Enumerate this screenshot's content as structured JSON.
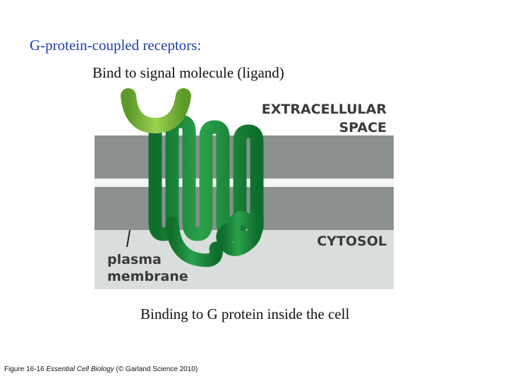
{
  "slide": {
    "title": "G-protein-coupled receptors:",
    "bullet_ligand": "Bind to signal molecule (ligand)",
    "bullet_gprotein": "Binding to G protein inside the cell"
  },
  "figure": {
    "label_extracellular_line1": "EXTRACELLULAR",
    "label_extracellular_line2": "SPACE",
    "label_cytosol": "CYTOSOL",
    "label_membrane_line1": "plasma",
    "label_membrane_line2": "membrane",
    "colors": {
      "membrane_band": "#8a9090",
      "cytosol": "#d9dedd",
      "receptor": "#1b8a3c",
      "ligand": "#7ab83a"
    }
  },
  "caption": {
    "prefix": "Figure 16-16 ",
    "book": "Essential Cell Biology",
    "suffix": " (© Garland Science 2010)"
  }
}
